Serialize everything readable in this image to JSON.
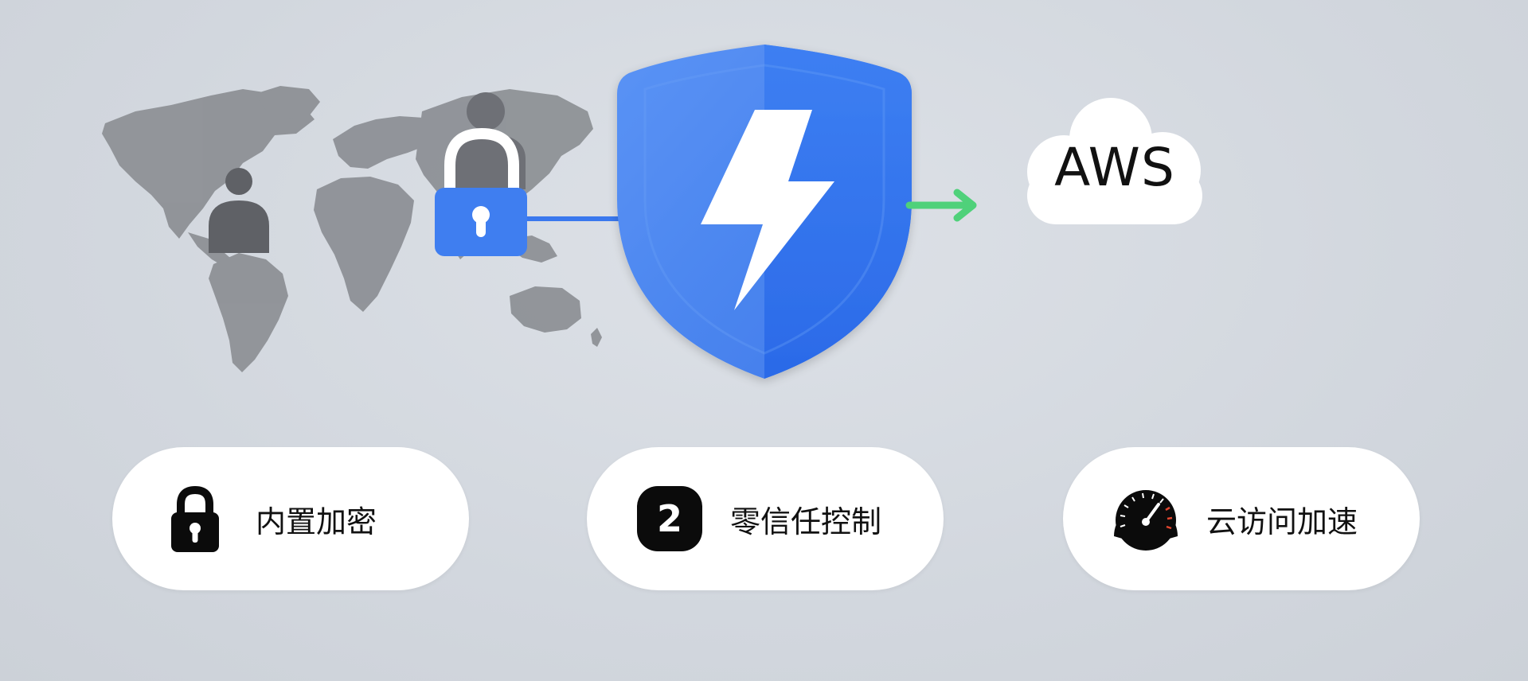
{
  "hero": {
    "cloud_label": "AWS"
  },
  "features": [
    {
      "icon": "lock-icon",
      "label": "内置加密"
    },
    {
      "icon": "number-badge-icon",
      "badge": "2",
      "label": "零信任控制"
    },
    {
      "icon": "speedometer-icon",
      "label": "云访问加速"
    }
  ],
  "colors": {
    "background": "#d3d8df",
    "shield_blue": "#3b7cf0",
    "lock_blue": "#3f7ef0",
    "arrow_green": "#4fd17a",
    "map_gray": "#8c8f94",
    "person_gray": "#5f6166"
  }
}
